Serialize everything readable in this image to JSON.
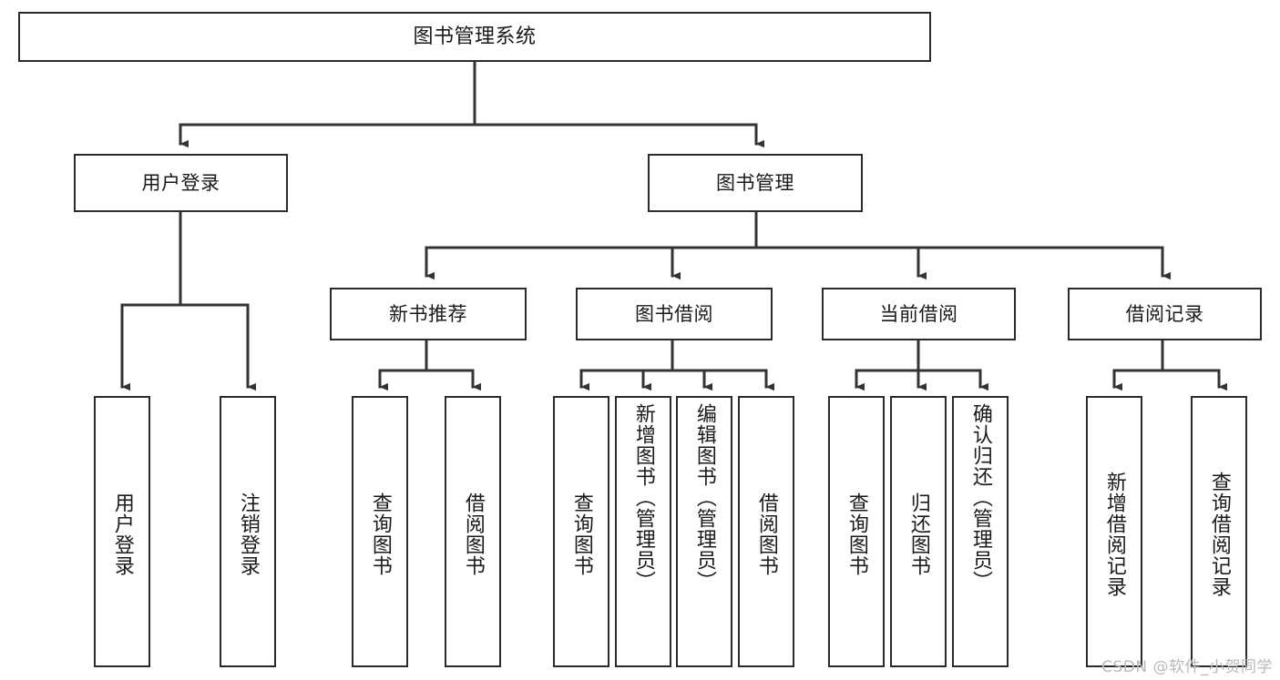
{
  "diagram": {
    "title": "图书管理系统",
    "type": "tree-hierarchy-diagram",
    "orientation": "top-down",
    "colors": {
      "border": "#2b2b2b",
      "fill": "#ffffff",
      "text": "#1a1a1a",
      "edge": "#333333",
      "watermark": "#b9b9b9"
    },
    "root": {
      "label": "图书管理系统"
    },
    "level2": [
      {
        "label": "用户登录"
      },
      {
        "label": "图书管理"
      }
    ],
    "level3": [
      {
        "label": "新书推荐"
      },
      {
        "label": "图书借阅"
      },
      {
        "label": "当前借阅"
      },
      {
        "label": "借阅记录"
      }
    ],
    "leaves": {
      "user_login": [
        {
          "label": "用户登录"
        },
        {
          "label": "注销登录"
        }
      ],
      "new_book_recommend": [
        {
          "label": "查询图书"
        },
        {
          "label": "借阅图书"
        }
      ],
      "book_borrow": [
        {
          "label": "查询图书"
        },
        {
          "label": "新增图书（管理员）"
        },
        {
          "label": "编辑图书（管理员）"
        },
        {
          "label": "借阅图书"
        }
      ],
      "current_borrow": [
        {
          "label": "查询图书"
        },
        {
          "label": "归还图书"
        },
        {
          "label": "确认归还（管理员）"
        }
      ],
      "borrow_record": [
        {
          "label": "新增借阅记录"
        },
        {
          "label": "查询借阅记录"
        }
      ]
    }
  },
  "watermark": {
    "text": "CSDN @软件_小贺同学"
  }
}
